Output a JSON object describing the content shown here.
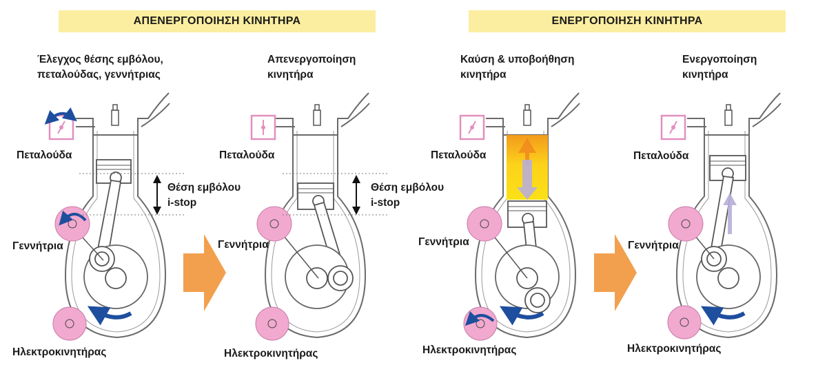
{
  "header": {
    "stop_title": "ΑΠΕΝΕΡΓΟΠΟΙΗΣΗ ΚΙΝΗΤΗΡΑ",
    "start_title": "ΕΝΕΡΓΟΠΟΙΗΣΗ ΚΙΝΗΤΗΡΑ"
  },
  "panels": [
    {
      "caption_line1": "Έλεγχος θέσης εμβόλου,",
      "caption_line2": "πεταλούδας, γεννήτριας",
      "throttle": "Πεταλούδα",
      "alternator": "Γεννήτρια",
      "starter": "Ηλεκτροκινητήρας",
      "position_line1": "Θέση εμβόλου",
      "position_line2": "i-stop"
    },
    {
      "caption_line1": "Απενεργοποίηση",
      "caption_line2": "κινητήρα",
      "throttle": "Πεταλούδα",
      "alternator": "Γεννήτρια",
      "starter": "Ηλεκτροκινητήρας",
      "position_line1": "Θέση εμβόλου",
      "position_line2": "i-stop"
    },
    {
      "caption_line1": "Καύση & υποβοήθηση",
      "caption_line2": "κινητήρα",
      "throttle": "Πεταλούδα",
      "alternator": "Γεννήτρια",
      "starter": "Ηλεκτροκινητήρας"
    },
    {
      "caption_line1": "Ενεργοποίηση",
      "caption_line2": "κινητήρα",
      "throttle": "Πεταλούδα",
      "alternator": "Γεννήτρια",
      "starter": "Ηλεκτροκινητήρας"
    }
  ],
  "colors": {
    "banner": "#fbeea0",
    "transition_arrow": "#f2a04e",
    "rotation_arrow": "#1e4e9e",
    "pulley": "#f1a9cf",
    "combustion": "#fbe117",
    "engine_outline": "#6a6a6a"
  }
}
